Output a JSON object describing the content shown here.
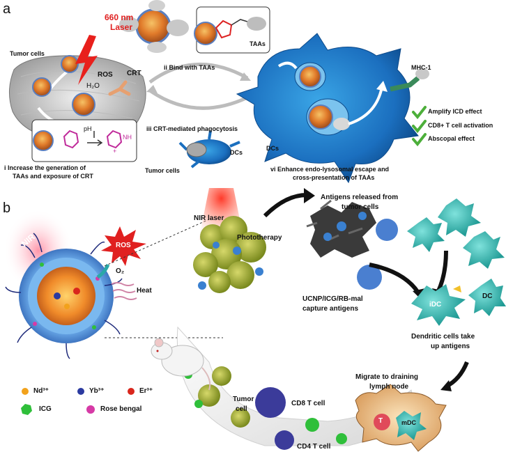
{
  "panel_a": {
    "label": "a",
    "laser": [
      "660 nm",
      "Laser"
    ],
    "tumor_cells": "Tumor cells",
    "ros": "ROS",
    "h2o": "H₂O",
    "crt": "CRT",
    "ph": "pH",
    "nh_plus": "NH",
    "plus": "+",
    "tails": "TAAs",
    "step_i": [
      "i  Increase the generation of",
      "TAAs and exposure of CRT"
    ],
    "step_ii": "ii  Bind with TAAs",
    "step_iii": "iii  CRT-mediated phagocytosis",
    "tumor_cells_2": "Tumor cells",
    "dcs_small": "DCs",
    "dcs": "DCs",
    "mhc": "MHC-1",
    "checks": [
      "Amplify ICD effect",
      "CD8+ T cell activation",
      "Abscopal effect"
    ],
    "step_vi": [
      "vi  Enhance endo-lysosomal escape and",
      "cross-presentation of TAAs"
    ]
  },
  "panel_b": {
    "label": "b",
    "nir": "NIR",
    "ros": "ROS",
    "o2": "O₂",
    "heat": "Heat",
    "nir_laser": "NIR laser",
    "phototherapy": "Phototherapy",
    "antigens_released": [
      "Antigens released from",
      "tumor cells"
    ],
    "capture": [
      "UCNP/ICG/RB-mal",
      "capture antigens"
    ],
    "dc": "DC",
    "idc": "iDC",
    "dc_take": [
      "Dendritic cells take",
      "up antigens"
    ],
    "migrate": [
      "Migrate to draining",
      "lymph node"
    ],
    "t": "T",
    "mdc": "mDC",
    "tumor_cell": [
      "Tumor",
      "cell"
    ],
    "cd8": "CD8 T cell",
    "cd4": "CD4 T cell",
    "legend": [
      {
        "label": "Nd³⁺",
        "color": "#f2a21c"
      },
      {
        "label": "Yb³⁺",
        "color": "#2b3aa0"
      },
      {
        "label": "Er³⁺",
        "color": "#d9261c"
      },
      {
        "label": "ICG",
        "color": "#2fbf3a"
      },
      {
        "label": "Rose bengal",
        "color": "#d63aa6"
      }
    ]
  }
}
